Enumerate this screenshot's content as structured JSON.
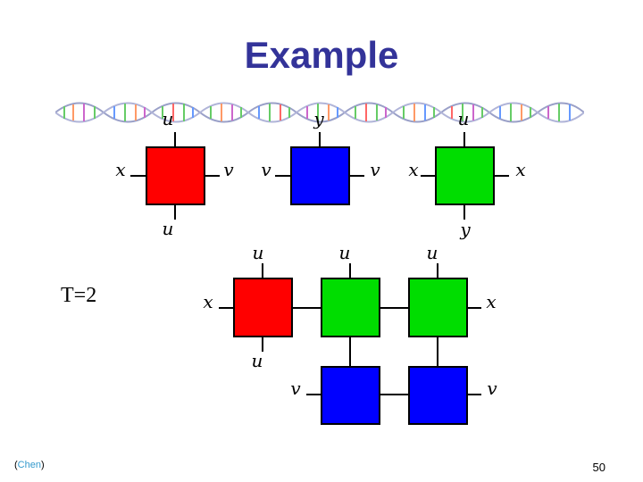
{
  "title": "Example",
  "note": "T=2",
  "credit": {
    "open": "(",
    "name": "Chen",
    "close": ")"
  },
  "page_number": "50",
  "colors": {
    "red": "#ff0000",
    "blue": "#0000ff",
    "green": "#00dd00",
    "title": "#333399"
  },
  "icon": "dna-helix-icon",
  "tile_set": [
    {
      "color": "red",
      "labels": {
        "top": "u",
        "left": "x",
        "right": "v",
        "bottom": "u"
      }
    },
    {
      "color": "blue",
      "labels": {
        "top": "y",
        "left": "v",
        "right": "v",
        "bottom": ""
      }
    },
    {
      "color": "green",
      "labels": {
        "top": "u",
        "left": "x",
        "right": "x",
        "bottom": "y"
      }
    }
  ],
  "assembly": {
    "labels": {
      "top1": "u",
      "top2": "u",
      "top3": "u",
      "left_row1": "x",
      "right_row1": "x",
      "left_row2_vertical": "u",
      "left_row2": "v",
      "right_row2": "v"
    },
    "grid": [
      [
        "red",
        "green",
        "green"
      ],
      [
        "",
        "blue",
        "blue"
      ]
    ]
  }
}
